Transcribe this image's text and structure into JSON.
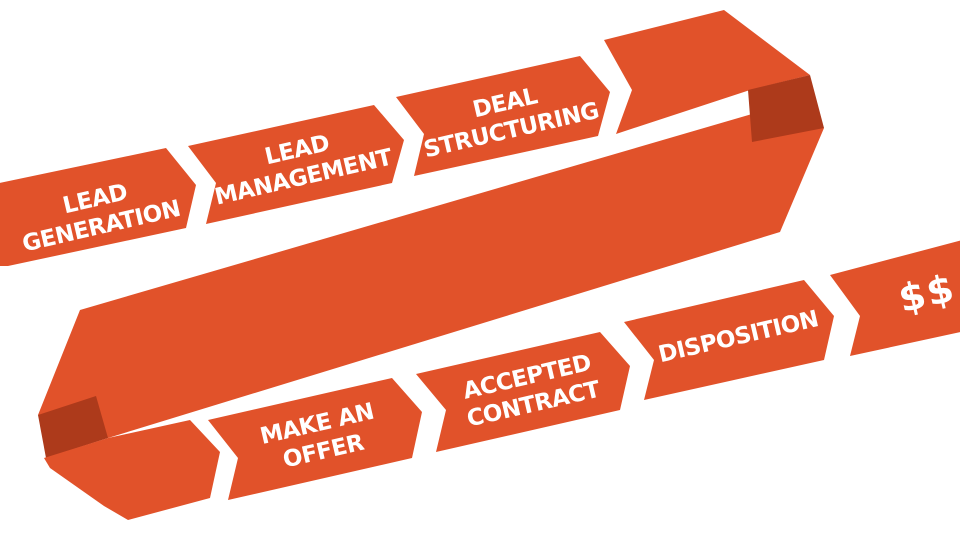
{
  "colors": {
    "ribbon": "#e1522a",
    "fold": "#ad3a1b"
  },
  "steps": [
    {
      "id": "lead-generation",
      "lines": [
        "LEAD",
        "GENERATION"
      ]
    },
    {
      "id": "lead-management",
      "lines": [
        "LEAD",
        "MANAGEMENT"
      ]
    },
    {
      "id": "deal-structuring",
      "lines": [
        "DEAL",
        "STRUCTURING"
      ]
    },
    {
      "id": "make-an-offer",
      "lines": [
        "MAKE AN",
        "OFFER"
      ]
    },
    {
      "id": "accepted-contract",
      "lines": [
        "ACCEPTED",
        "CONTRACT"
      ]
    },
    {
      "id": "disposition",
      "lines": [
        "DISPOSITION"
      ]
    },
    {
      "id": "payout",
      "lines": [
        "$$"
      ]
    }
  ]
}
